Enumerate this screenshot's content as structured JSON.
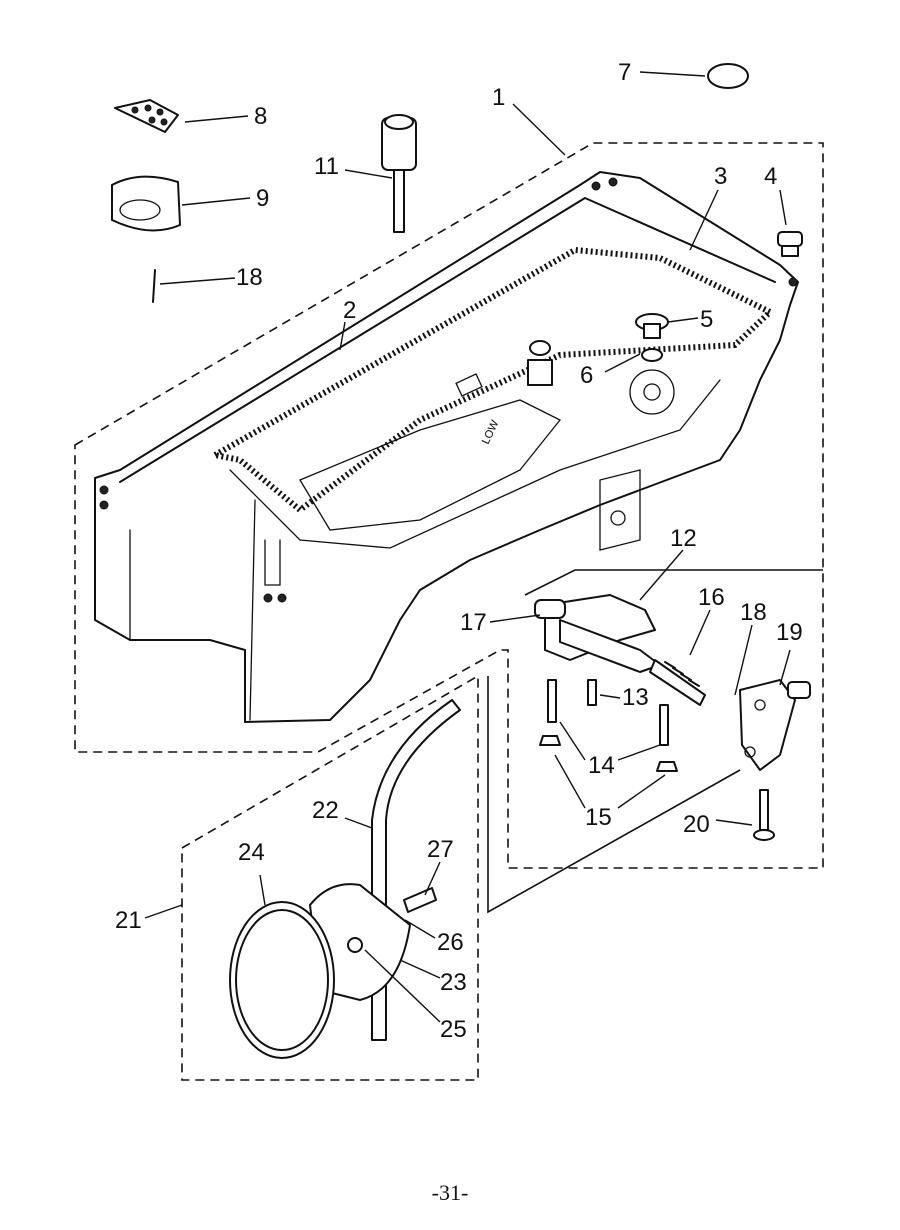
{
  "diagram": {
    "callouts": [
      "1",
      "2",
      "3",
      "4",
      "5",
      "6",
      "7",
      "8",
      "9",
      "11",
      "18",
      "12",
      "16",
      "17",
      "18",
      "19",
      "13",
      "14",
      "15",
      "20",
      "22",
      "21",
      "24",
      "27",
      "26",
      "23",
      "25"
    ]
  },
  "page_number": "-31-"
}
